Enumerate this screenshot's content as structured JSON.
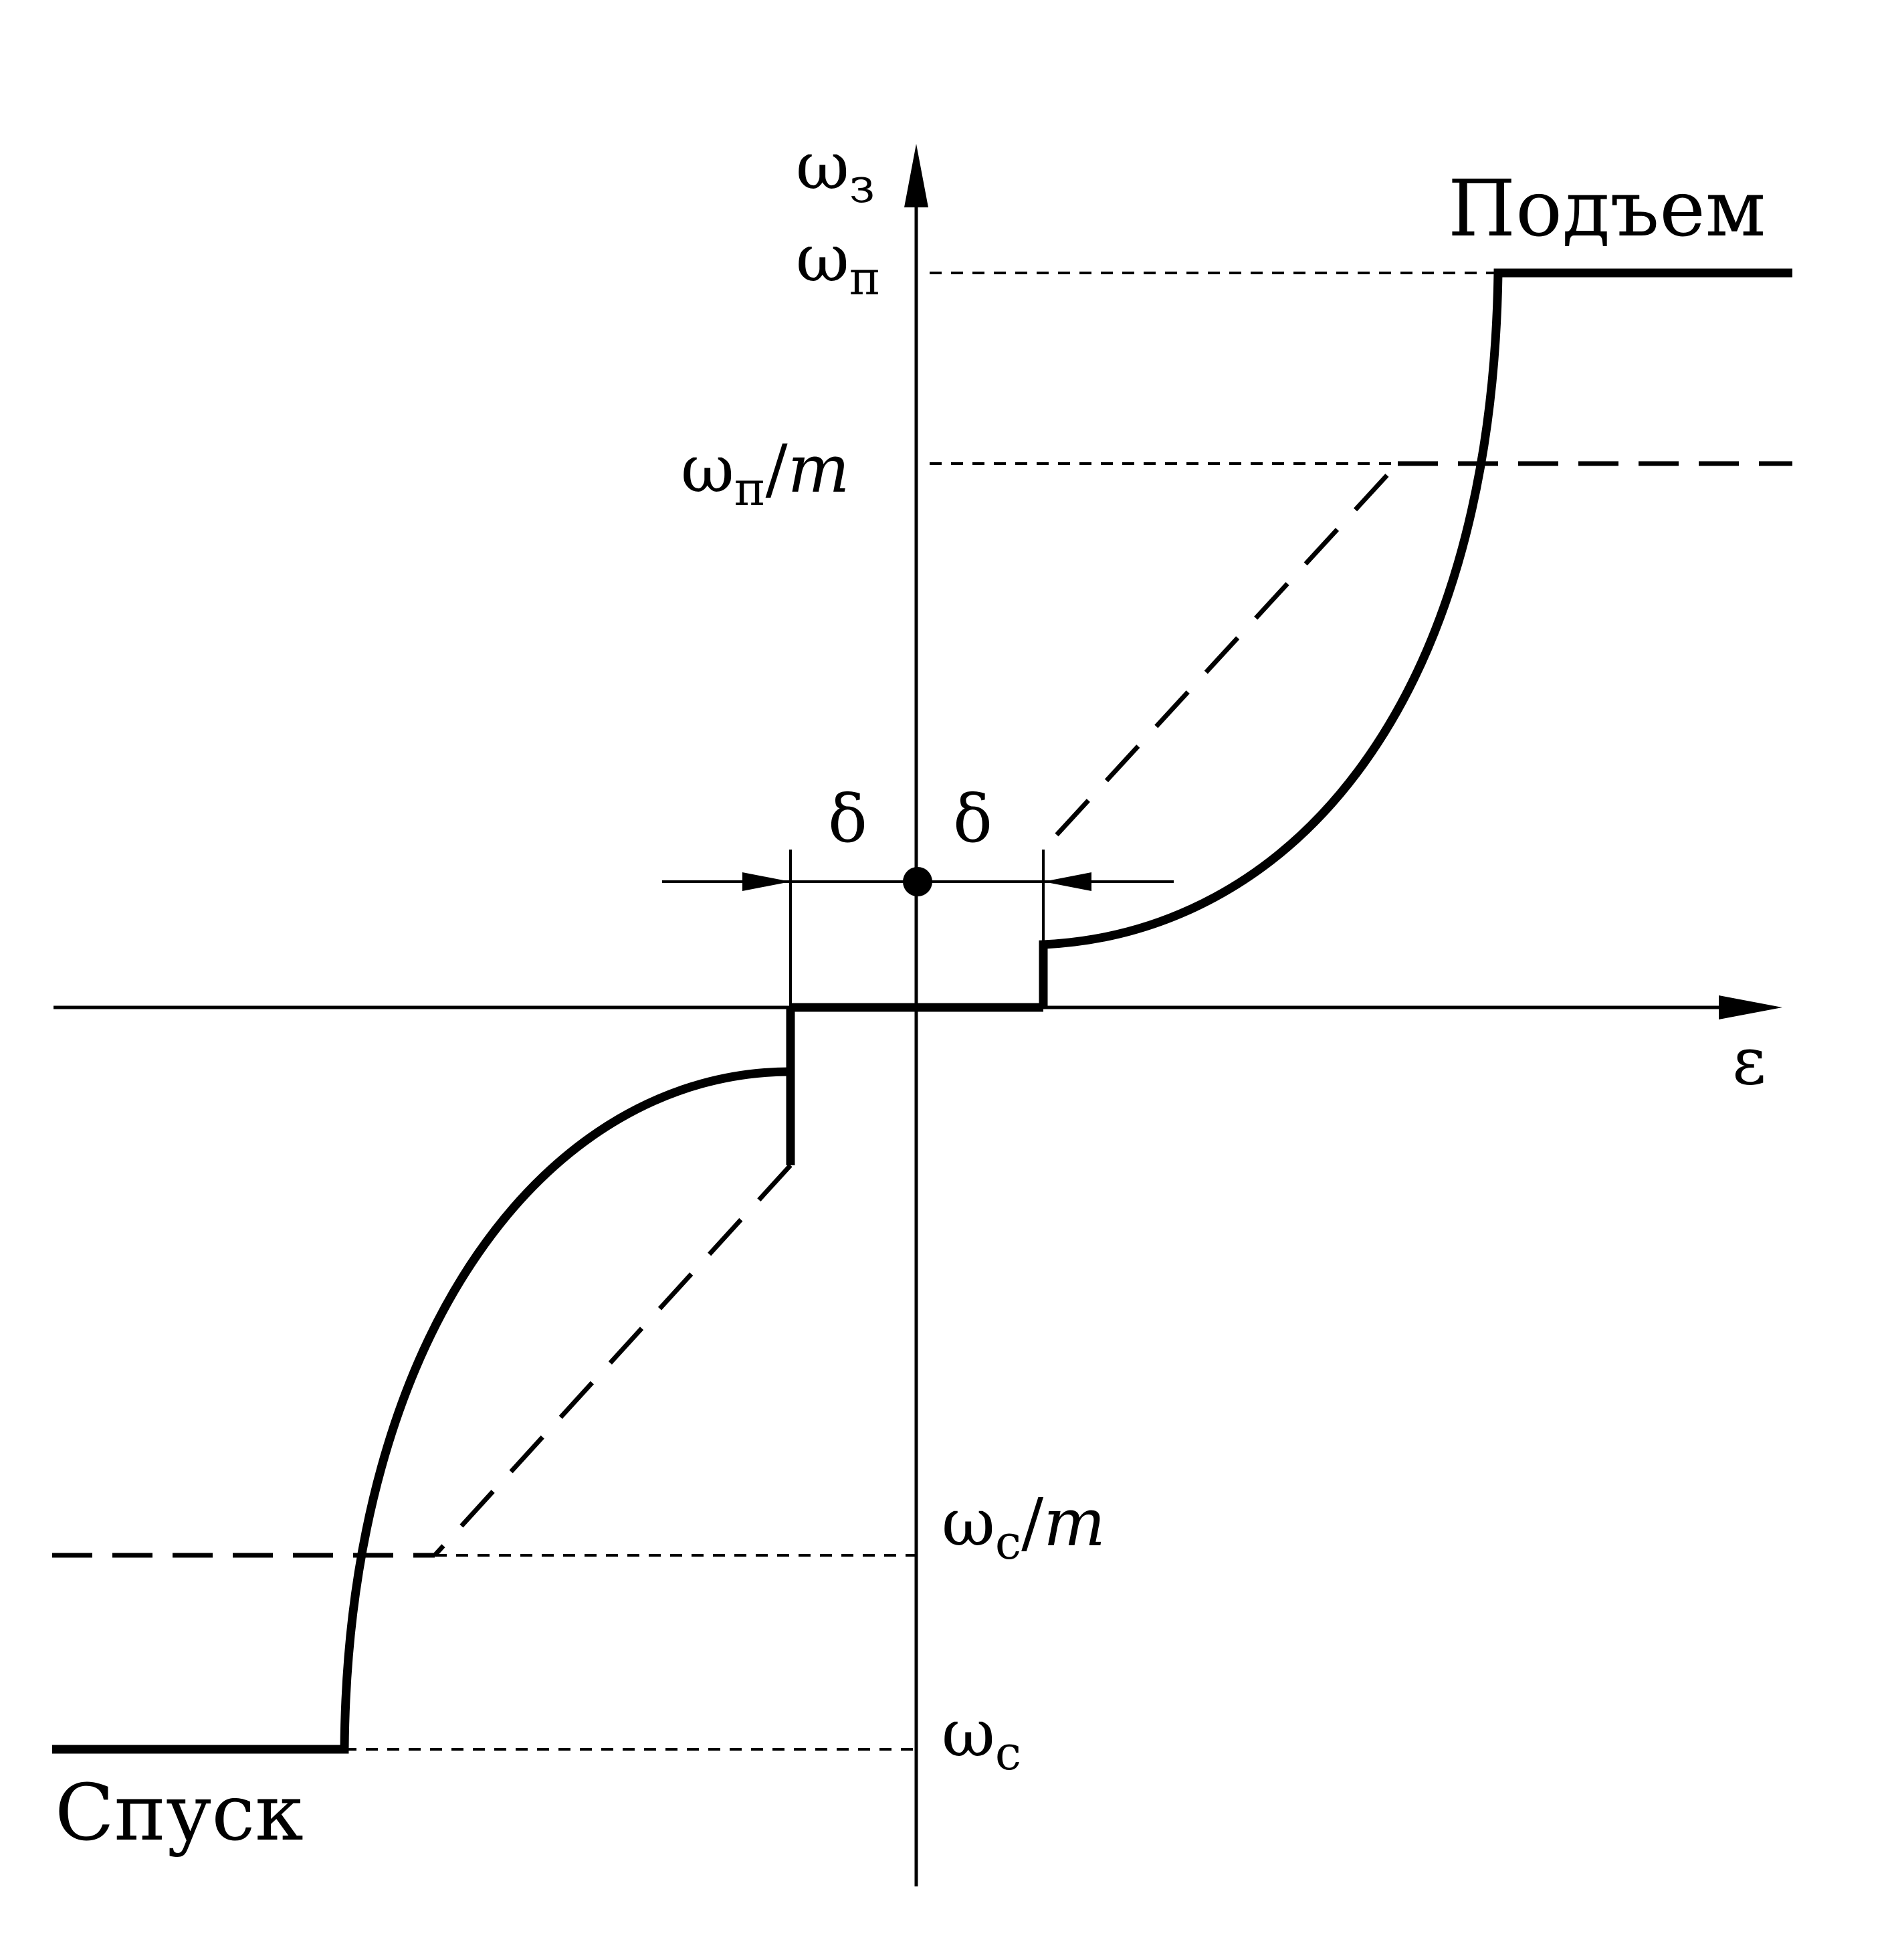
{
  "labels": {
    "y_axis": {
      "symbol": "ω",
      "sub": "з"
    },
    "x_axis": "ε",
    "omega_p": {
      "symbol": "ω",
      "sub": "п"
    },
    "omega_p_over_m": {
      "symbol": "ω",
      "sub": "п",
      "tail": "/",
      "m": "m"
    },
    "omega_c_over_m": {
      "symbol": "ω",
      "sub": "с",
      "tail": "/",
      "m": "m"
    },
    "omega_c": {
      "symbol": "ω",
      "sub": "с"
    },
    "delta_left": "δ",
    "delta_right": "δ",
    "raise": "Подъем",
    "lower": "Спуск"
  }
}
